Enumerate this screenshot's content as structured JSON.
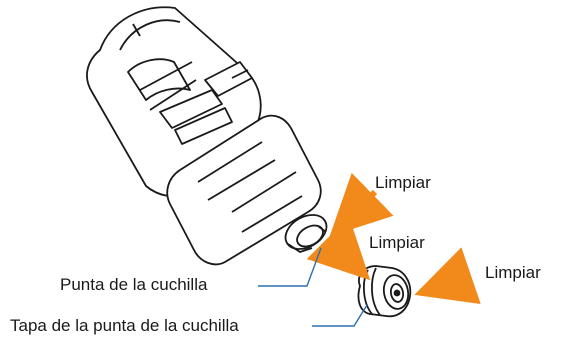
{
  "labels": {
    "clean_1": "Limpiar",
    "clean_2": "Limpiar",
    "clean_3": "Limpiar",
    "blade_tip": "Punta de la cuchilla",
    "blade_tip_cap": "Tapa de la punta de la cuchilla"
  },
  "colors": {
    "arrow": "#F28A1B",
    "leader": "#2C6FB0",
    "outline": "#1a1a1a",
    "body_fill": "#ffffff"
  }
}
